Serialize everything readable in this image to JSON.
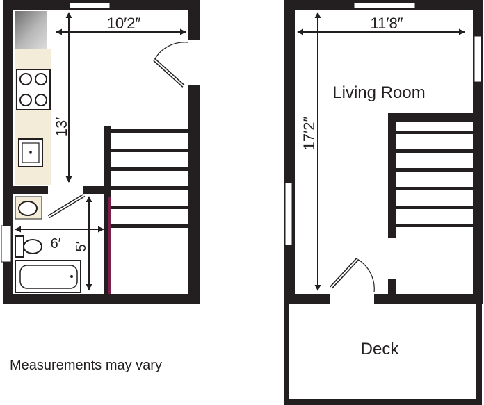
{
  "left_unit": {
    "dim_width": "10′2″",
    "dim_depth": "13′",
    "bath_width": "6′",
    "bath_depth": "5′"
  },
  "right_unit": {
    "dim_width": "11′8″",
    "dim_depth": "17′2″",
    "room_label": "Living Room",
    "deck_label": "Deck"
  },
  "note": "Measurements may vary",
  "colors": {
    "wall": "#231f20",
    "counter": "#f3ecd9",
    "railing": "#7a1f4a",
    "fridge": "#8f8f8f"
  }
}
